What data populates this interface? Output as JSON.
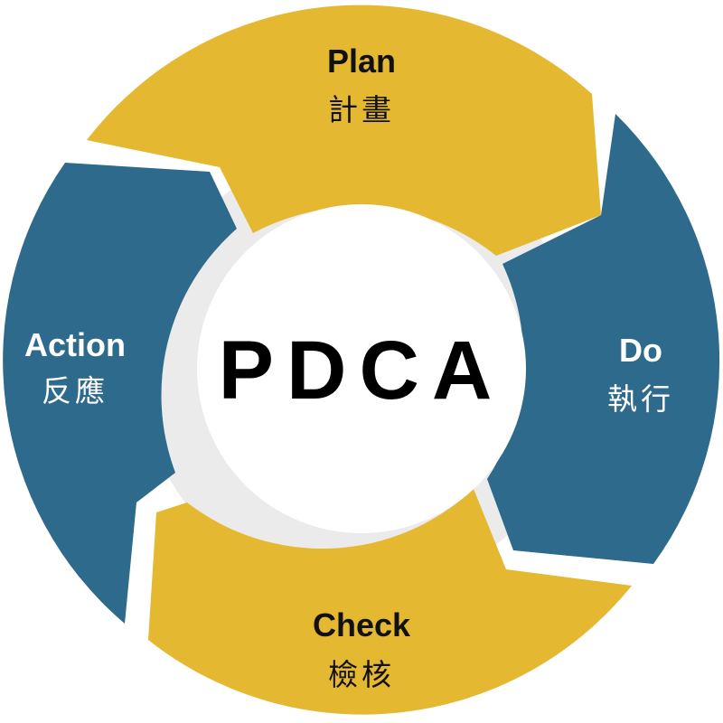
{
  "center": {
    "title": "PDCA"
  },
  "segments": {
    "plan": {
      "en": "Plan",
      "zh": "計畫"
    },
    "do": {
      "en": "Do",
      "zh": "執行"
    },
    "check": {
      "en": "Check",
      "zh": "檢核"
    },
    "action": {
      "en": "Action",
      "zh": "反應"
    }
  },
  "colors": {
    "gold": "#E5B832",
    "blue": "#2D6A8B",
    "ring": "#EBEBEB",
    "core": "#FFFFFF",
    "text_dark": "#111111",
    "text_light": "#FFFFFF"
  }
}
